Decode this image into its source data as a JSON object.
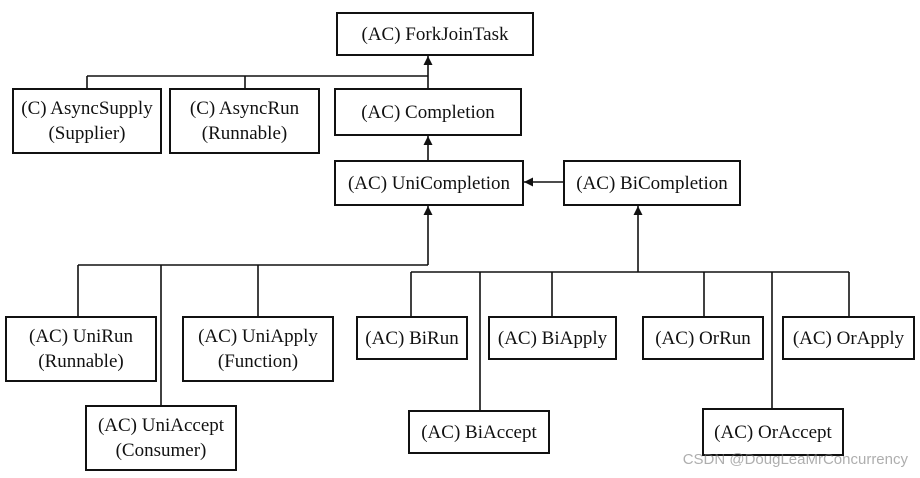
{
  "nodes": {
    "forkjointask": {
      "line1": "(AC) ForkJoinTask"
    },
    "asyncsupply": {
      "line1": "(C) AsyncSupply",
      "line2": "(Supplier)"
    },
    "asyncrun": {
      "line1": "(C) AsyncRun",
      "line2": "(Runnable)"
    },
    "completion": {
      "line1": "(AC) Completion"
    },
    "unicompletion": {
      "line1": "(AC) UniCompletion"
    },
    "bicompletion": {
      "line1": "(AC) BiCompletion"
    },
    "unirun": {
      "line1": "(AC) UniRun",
      "line2": "(Runnable)"
    },
    "uniapply": {
      "line1": "(AC) UniApply",
      "line2": "(Function)"
    },
    "uniaccept": {
      "line1": "(AC) UniAccept",
      "line2": "(Consumer)"
    },
    "birun": {
      "line1": "(AC) BiRun"
    },
    "biapply": {
      "line1": "(AC) BiApply"
    },
    "biaccept": {
      "line1": "(AC) BiAccept"
    },
    "orrun": {
      "line1": "(AC) OrRun"
    },
    "orapply": {
      "line1": "(AC) OrApply"
    },
    "oraccept": {
      "line1": "(AC) OrAccept"
    }
  },
  "watermark": "CSDN @DougLeaMrConcurrency"
}
